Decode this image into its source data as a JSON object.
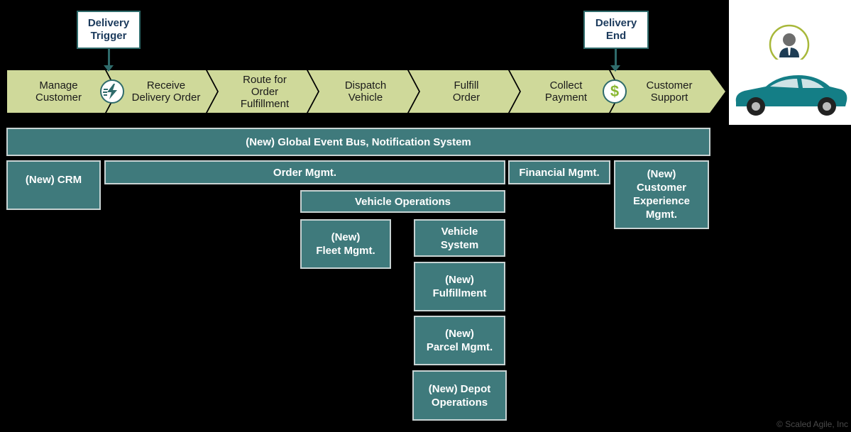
{
  "value_stream": {
    "steps": [
      {
        "label": "Manage\nCustomer"
      },
      {
        "label": "Receive\nDelivery Order"
      },
      {
        "label": "Route for\nOrder\nFulfillment"
      },
      {
        "label": "Dispatch\nVehicle"
      },
      {
        "label": "Fulfill\nOrder"
      },
      {
        "label": "Collect\nPayment"
      },
      {
        "label": "Customer\nSupport"
      }
    ],
    "trigger_label": "Delivery\nTrigger",
    "end_label": "Delivery\nEnd",
    "dollar_symbol": "$"
  },
  "systems": {
    "event_bus": "(New) Global Event Bus, Notification System",
    "crm": "(New) CRM",
    "order_mgmt": "Order Mgmt.",
    "financial_mgmt": "Financial Mgmt.",
    "customer_experience": "(New)\nCustomer\nExperience\nMgmt.",
    "vehicle_operations": "Vehicle Operations",
    "fleet_mgmt": "(New)\nFleet Mgmt.",
    "vehicle_system": "Vehicle\nSystem",
    "fulfillment": "(New)\nFulfillment",
    "parcel_mgmt": "(New)\nParcel Mgmt.",
    "depot_operations": "(New) Depot\nOperations"
  },
  "copyright": "© Scaled Agile, Inc",
  "colors": {
    "chevron": "#cfd99a",
    "box": "#3f7a7c",
    "box_border": "#c8d3d3",
    "callout_text": "#1b3a5c",
    "accent": "#2f6b6b",
    "lightning": "#2f6b6b",
    "dollar": "#8ab833",
    "car": "#147e86"
  }
}
